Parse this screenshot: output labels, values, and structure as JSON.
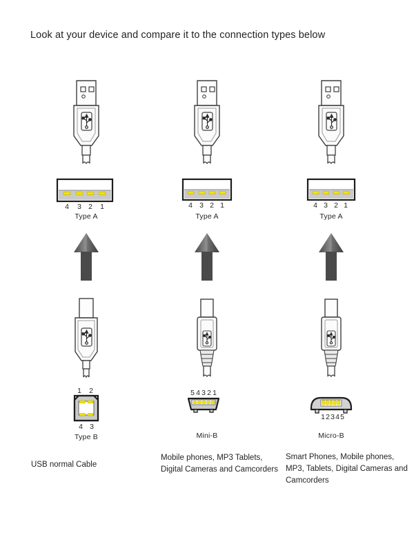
{
  "heading": "Look at your device and compare it to the connection types below",
  "colors": {
    "outline": "#3f3f3f",
    "pin": "#f2e400",
    "port_body": "#c9c9c9",
    "arrow": "#4a4a4a",
    "arrow_head_light": "#9a9a9a",
    "text": "#231f20",
    "plug_fill": "#fcfcfc",
    "plug_shade": "#e8e8e8"
  },
  "columns": [
    {
      "id": "usb-normal-cable",
      "top_plug": {
        "name": "usb-type-a-plug",
        "kind": "type-a"
      },
      "top_port": {
        "name": "usb-type-a-port",
        "label": "Type A",
        "pins": [
          "4",
          "3",
          "2",
          "1"
        ],
        "pin_count": 4,
        "shape": "rectangular"
      },
      "arrow": {
        "name": "direction-arrow",
        "direction": "up"
      },
      "bottom_plug": {
        "name": "usb-type-b-plug",
        "kind": "type-b"
      },
      "bottom_port": {
        "name": "usb-type-b-port",
        "label": "Type B",
        "pins_top": [
          "1",
          "2"
        ],
        "pins_bottom": [
          "4",
          "3"
        ],
        "pin_count": 4,
        "shape": "square-beveled"
      },
      "caption": "USB normal Cable"
    },
    {
      "id": "mini-b-cable",
      "top_plug": {
        "name": "usb-type-a-plug",
        "kind": "type-a"
      },
      "top_port": {
        "name": "usb-type-a-port",
        "label": "Type A",
        "pins": [
          "4",
          "3",
          "2",
          "1"
        ],
        "pin_count": 4,
        "shape": "rectangular"
      },
      "arrow": {
        "name": "direction-arrow",
        "direction": "up"
      },
      "bottom_plug": {
        "name": "usb-mini-b-plug",
        "kind": "mini-b"
      },
      "bottom_port": {
        "name": "usb-mini-b-port",
        "label": "Mini-B",
        "pins": [
          "5",
          "4",
          "3",
          "2",
          "1"
        ],
        "pin_count": 5,
        "shape": "trapezoid"
      },
      "caption": "Mobile phones, MP3 Tablets, Digital Cameras and Camcorders"
    },
    {
      "id": "micro-b-cable",
      "top_plug": {
        "name": "usb-type-a-plug",
        "kind": "type-a"
      },
      "top_port": {
        "name": "usb-type-a-port",
        "label": "Type A",
        "pins": [
          "4",
          "3",
          "2",
          "1"
        ],
        "pin_count": 4,
        "shape": "rectangular"
      },
      "arrow": {
        "name": "direction-arrow",
        "direction": "up"
      },
      "bottom_plug": {
        "name": "usb-micro-b-plug",
        "kind": "micro-b"
      },
      "bottom_port": {
        "name": "usb-micro-b-port",
        "label": "Micro-B",
        "pins": [
          "1",
          "2",
          "3",
          "4",
          "5"
        ],
        "pin_count": 5,
        "shape": "flat-trapezoid"
      },
      "caption": "Smart Phones, Mobile phones, MP3, Tablets, Digital Cameras and Camcorders"
    }
  ]
}
